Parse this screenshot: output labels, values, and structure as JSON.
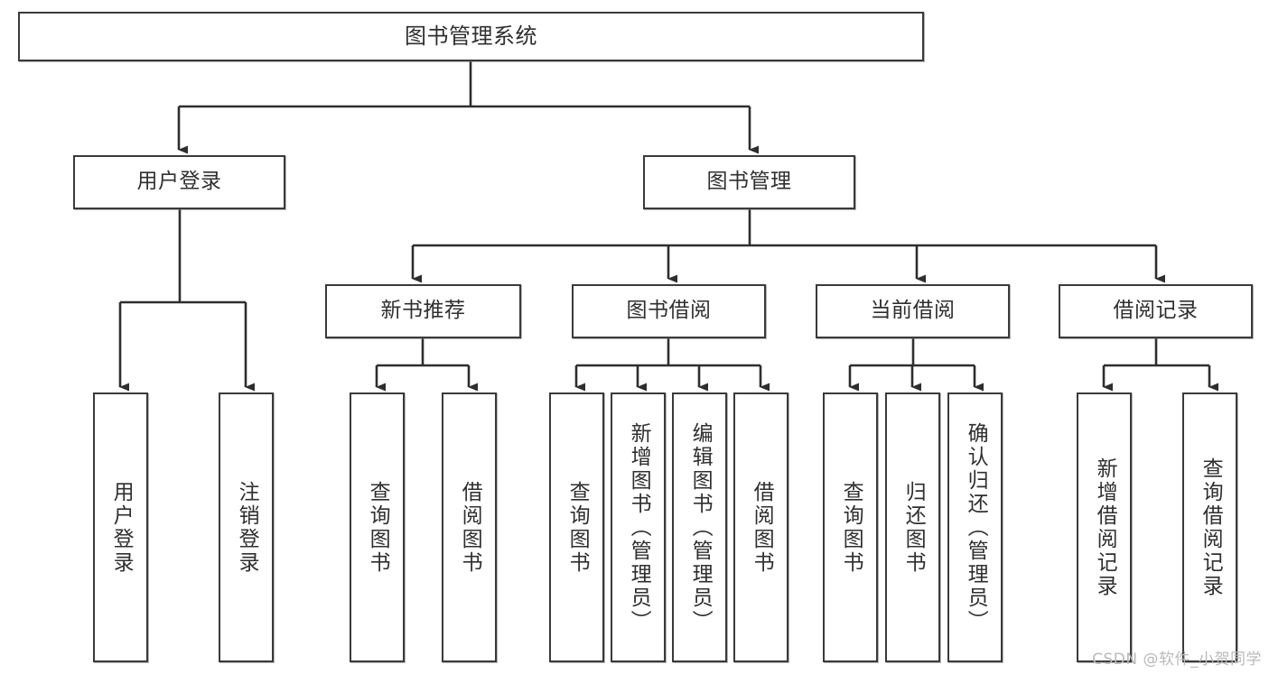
{
  "diagram": {
    "type": "tree-hierarchy-chart",
    "title": "图书管理系统",
    "orientation": "top-down",
    "line_color": "#3a3a3a",
    "box_fill": "#ffffff",
    "text_color": "#2f2f2f",
    "watermark": "CSDN @软件_小贺同学"
  },
  "nodes": {
    "root": {
      "label": "图书管理系统"
    },
    "level2": [
      {
        "id": "user-login",
        "label": "用户登录"
      },
      {
        "id": "book-manage",
        "label": "图书管理"
      }
    ],
    "level3": [
      {
        "id": "new-book-recommend",
        "label": "新书推荐"
      },
      {
        "id": "book-borrow",
        "label": "图书借阅"
      },
      {
        "id": "current-borrow",
        "label": "当前借阅"
      },
      {
        "id": "borrow-record",
        "label": "借阅记录"
      }
    ],
    "leaves": {
      "user-login": [
        {
          "id": "leaf-user-login",
          "label": "用户登录"
        },
        {
          "id": "leaf-logout-login",
          "label": "注销登录"
        }
      ],
      "new-book-recommend": [
        {
          "id": "leaf-query-book-1",
          "label": "查询图书"
        },
        {
          "id": "leaf-borrow-book-1",
          "label": "借阅图书"
        }
      ],
      "book-borrow": [
        {
          "id": "leaf-query-book-2",
          "label": "查询图书"
        },
        {
          "id": "leaf-add-book",
          "label": "新增图书（管理员）"
        },
        {
          "id": "leaf-edit-book",
          "label": "编辑图书（管理员）"
        },
        {
          "id": "leaf-borrow-book-2",
          "label": "借阅图书"
        }
      ],
      "current-borrow": [
        {
          "id": "leaf-query-book-3",
          "label": "查询图书"
        },
        {
          "id": "leaf-return-book",
          "label": "归还图书"
        },
        {
          "id": "leaf-confirm-return",
          "label": "确认归还（管理员）"
        }
      ],
      "borrow-record": [
        {
          "id": "leaf-add-record",
          "label": "新增借阅记录"
        },
        {
          "id": "leaf-query-record",
          "label": "查询借阅记录"
        }
      ]
    }
  }
}
